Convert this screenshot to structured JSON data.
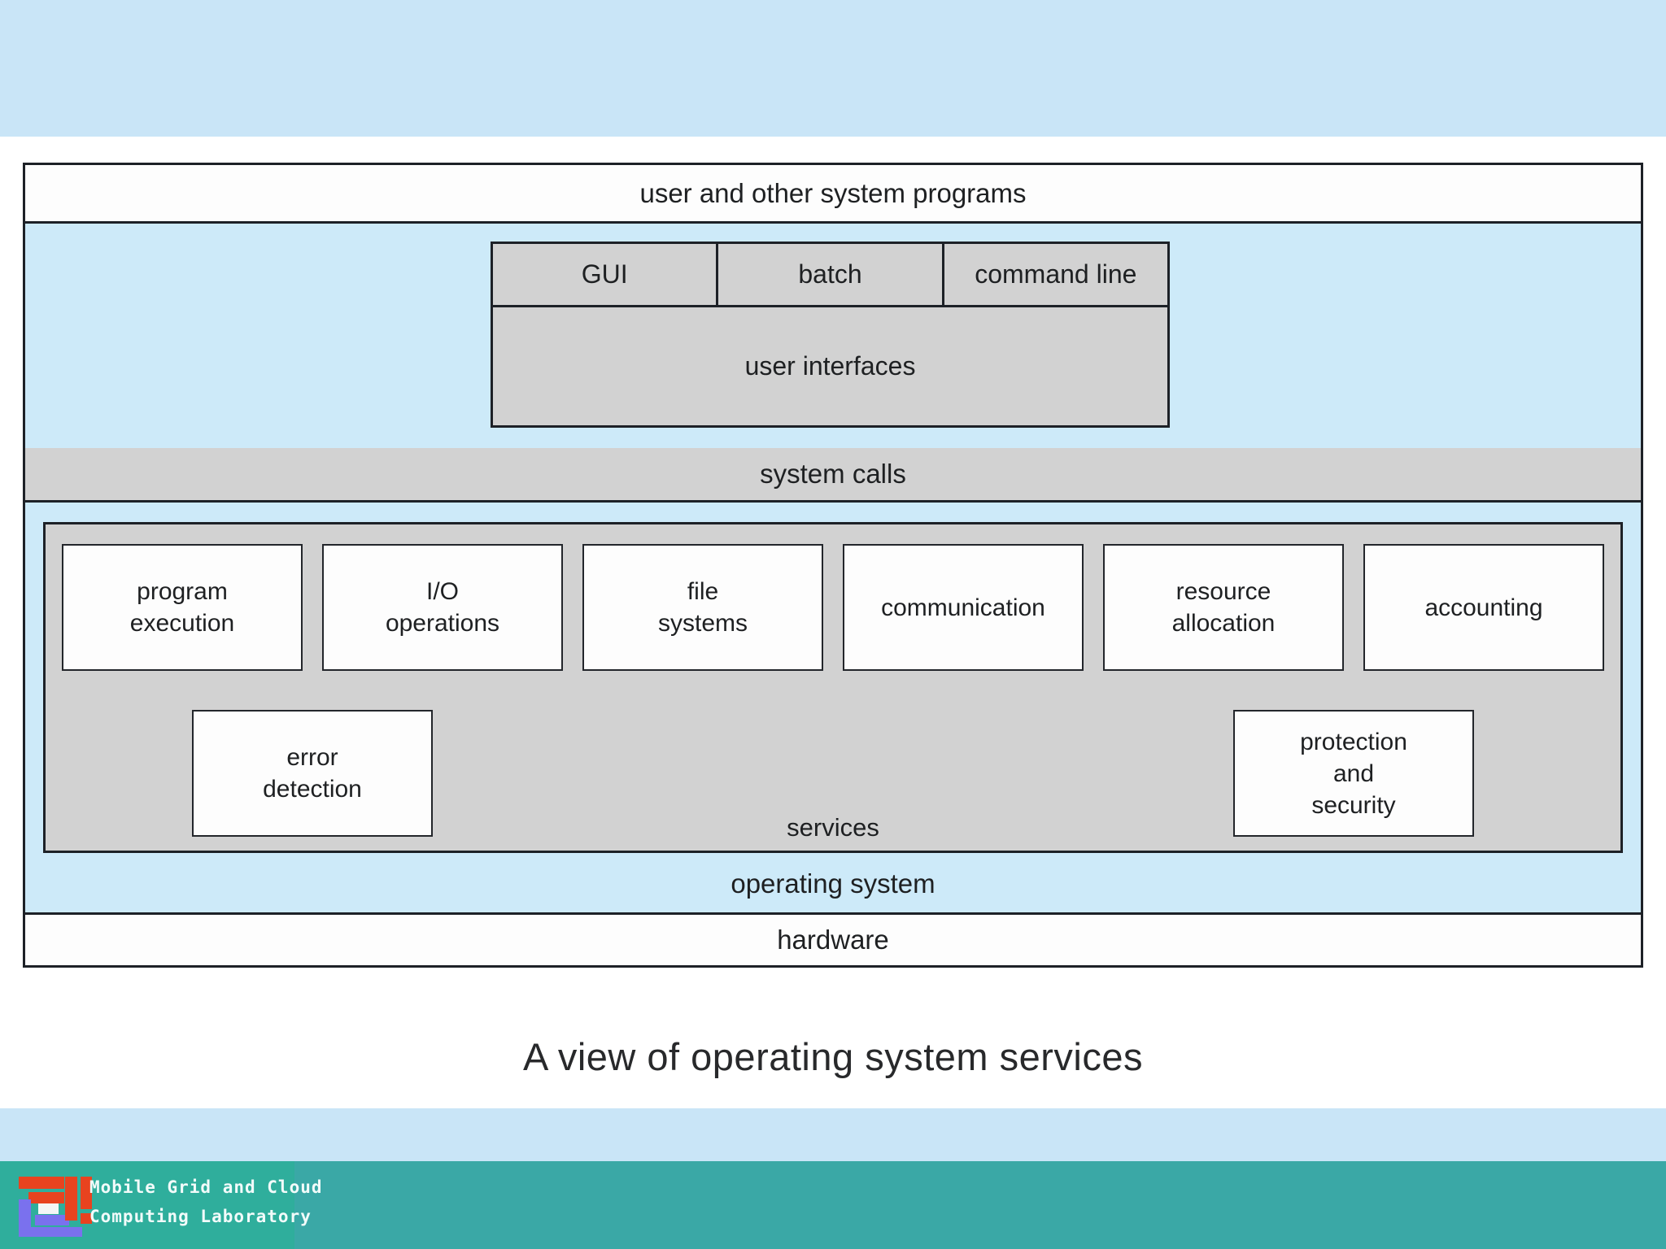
{
  "slide": {
    "diagram": {
      "user_programs": "user and other system programs",
      "ui_types": [
        "GUI",
        "batch",
        "command line"
      ],
      "user_interfaces_label": "user interfaces",
      "system_calls": "system calls",
      "services": {
        "row1": [
          "program\nexecution",
          "I/O\noperations",
          "file\nsystems",
          "communication",
          "resource\nallocation",
          "accounting"
        ],
        "row2": [
          "error\ndetection",
          "protection\nand\nsecurity"
        ],
        "label": "services"
      },
      "operating_system": "operating system",
      "hardware": "hardware"
    },
    "caption": "A view of operating system services",
    "footer": {
      "line1": "Mobile Grid and Cloud",
      "line2": "Computing Laboratory"
    },
    "colors": {
      "strip_blue": "#c9e5f7",
      "diagram_blue": "#cdeaf9",
      "box_gray": "#d2d2d2",
      "box_white": "#fdfdfd",
      "border_dark": "#1d2127",
      "footer_teal": "#3aa8a6",
      "logo_teal": "#2fae9c",
      "logo_red": "#e8431f",
      "logo_purple": "#7a71ee"
    }
  }
}
